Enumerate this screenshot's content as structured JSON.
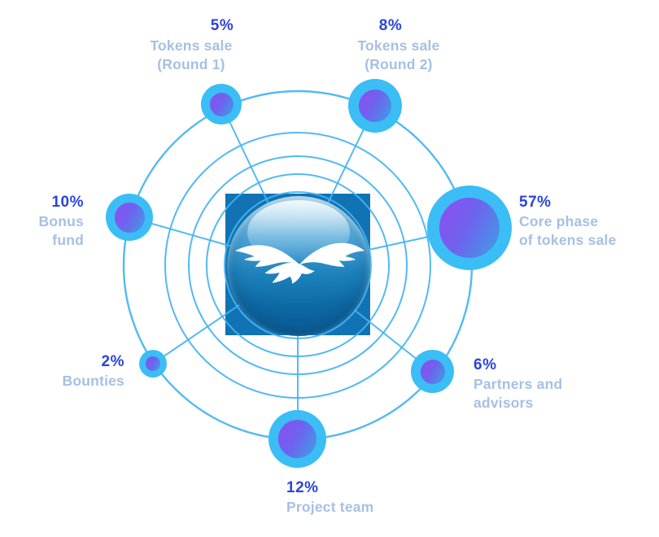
{
  "chart_data": {
    "type": "pie",
    "categories": [
      "Tokens sale (Round 1)",
      "Tokens sale (Round 2)",
      "Bonus fund",
      "Core phase of tokens sale",
      "Bounties",
      "Partners and advisors",
      "Project team"
    ],
    "values": [
      5,
      8,
      10,
      57,
      2,
      6,
      12
    ],
    "unit": "%",
    "legend_position": "around-nodes",
    "layout": "radial-orbit-diagram"
  },
  "items": [
    {
      "pct": "5%",
      "lines": [
        "Tokens sale",
        "(Round 1)"
      ]
    },
    {
      "pct": "8%",
      "lines": [
        "Tokens sale",
        "(Round 2)"
      ]
    },
    {
      "pct": "10%",
      "lines": [
        "Bonus",
        "fund"
      ]
    },
    {
      "pct": "57%",
      "lines": [
        "Core phase",
        "of tokens sale"
      ]
    },
    {
      "pct": "2%",
      "lines": [
        "Bounties"
      ]
    },
    {
      "pct": "6%",
      "lines": [
        "Partners and",
        "advisors"
      ]
    },
    {
      "pct": "12%",
      "lines": [
        "Project team"
      ]
    }
  ],
  "colors": {
    "percent_text": "#2b44df",
    "label_text": "#a6c0e4",
    "orbit_stroke": "#44b3f2",
    "node_ring": "#3bbdf6",
    "node_core_purple": "#8a4ff2",
    "node_core_blue": "#3f9de5",
    "center_square": "#1173b4",
    "sphere_top": "#a9d6ee",
    "sphere_bottom": "#0a5f99",
    "bird": "#ffffff"
  }
}
